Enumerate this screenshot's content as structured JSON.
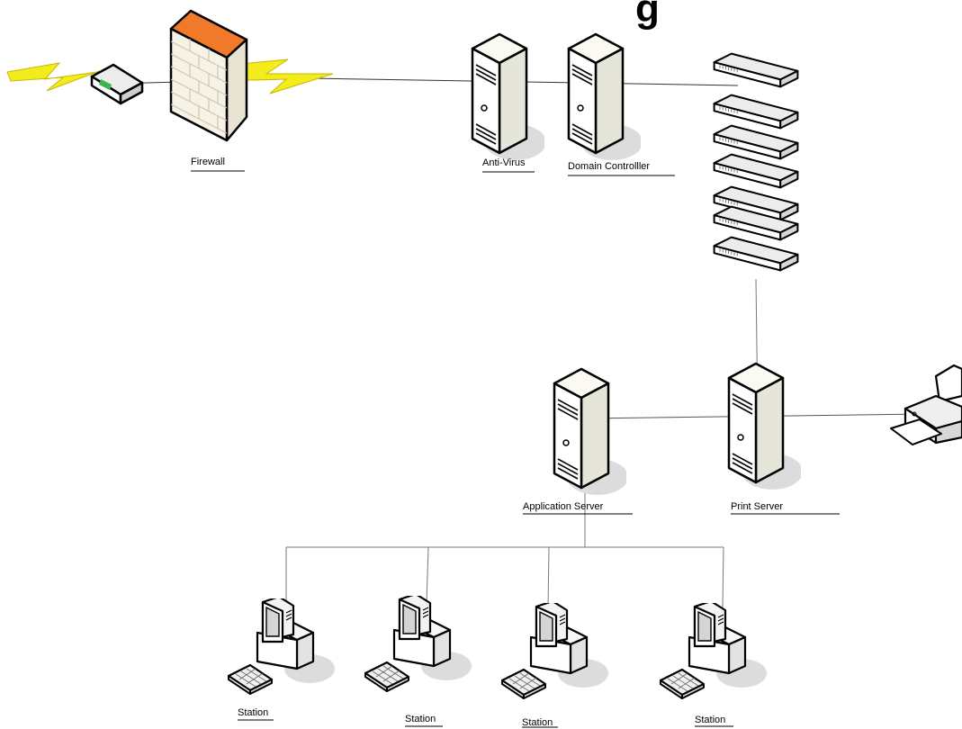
{
  "title_fragment": "g",
  "colors": {
    "line": "#000000",
    "connector": "#777777",
    "lightning": "#f2ec1c",
    "firewall_top": "#f07a2a",
    "shadow": "#d9d9d9"
  },
  "nodes": {
    "router": {
      "icon": "router-icon"
    },
    "firewall": {
      "label": "Firewall",
      "icon": "brick-wall-icon"
    },
    "anti_virus": {
      "label": "Anti-Virus",
      "icon": "tower-server-icon"
    },
    "domain_controller": {
      "label": "Domain Controlller",
      "icon": "tower-server-icon"
    },
    "switch_stack": {
      "icon": "network-switch-icon",
      "count": 7
    },
    "application_server": {
      "label": "Application Server",
      "icon": "tower-server-icon"
    },
    "print_server": {
      "label": "Print Server",
      "icon": "tower-server-icon"
    },
    "printer": {
      "icon": "printer-icon"
    },
    "stations": [
      {
        "label": "Station",
        "icon": "workstation-icon"
      },
      {
        "label": "Station",
        "icon": "workstation-icon"
      },
      {
        "label": "Station",
        "icon": "workstation-icon"
      },
      {
        "label": "Station",
        "icon": "workstation-icon"
      }
    ]
  }
}
